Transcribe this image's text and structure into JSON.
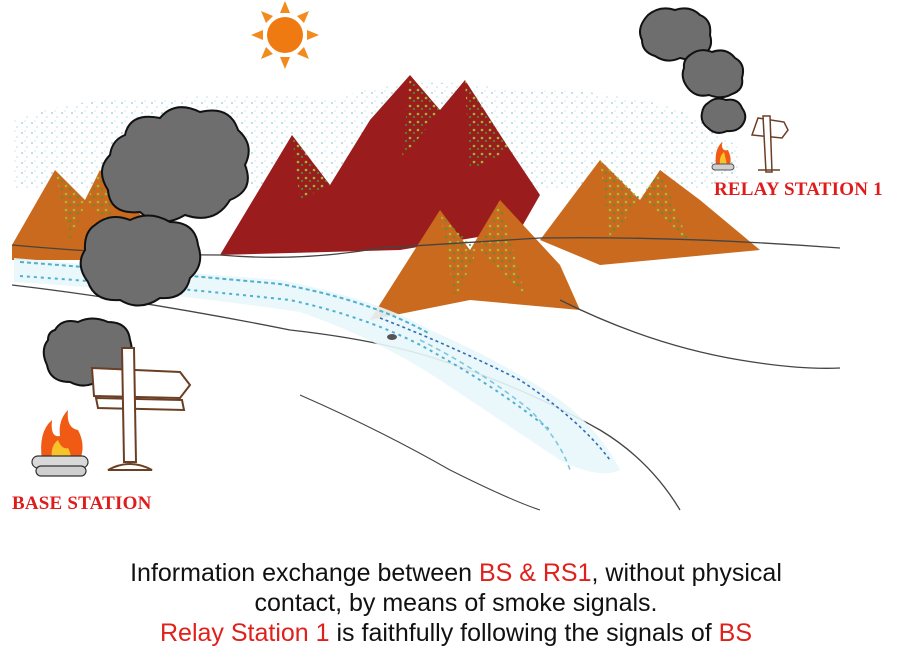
{
  "labels": {
    "relay_station": "RELAY STATION  1",
    "base_station": "BASE STATION"
  },
  "caption": {
    "line1": {
      "a": "Information exchange between ",
      "b": "BS & RS1",
      "c": ", without physical"
    },
    "line2": "contact, by means of smoke signals.",
    "line3": {
      "a": "Relay Station 1",
      "b": " is faithfully following the signals of ",
      "c": "BS"
    }
  },
  "colors": {
    "label_red": "#e01b1b",
    "caption_text": "#111111",
    "caption_highlight": "#e0201a",
    "smoke": "#6e6e6e",
    "sun": "#f07a12",
    "mountain_dark": "#9b1c1c",
    "mountain_orange": "#c96a1e",
    "river": "#4fb0cf"
  },
  "icons": [
    "sun-icon",
    "smoke-cloud-icon",
    "campfire-icon",
    "signpost-icon"
  ]
}
